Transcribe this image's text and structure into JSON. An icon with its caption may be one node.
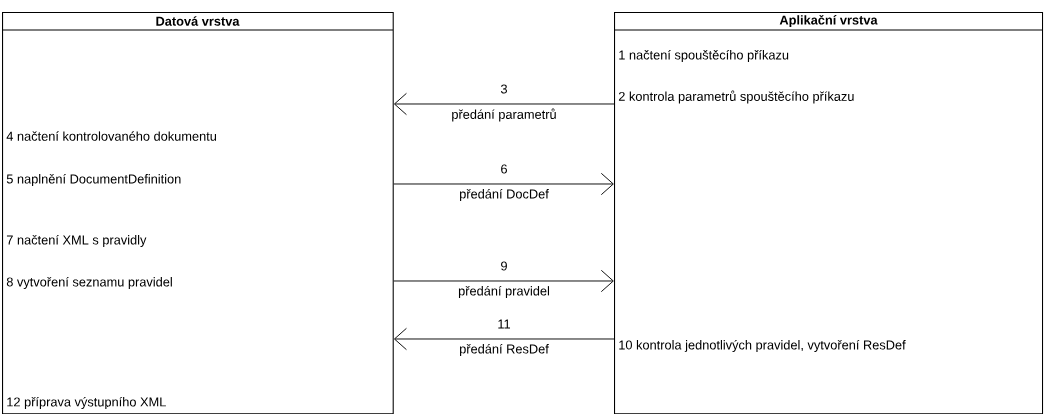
{
  "diagram": {
    "nodes": [
      {
        "text": [
          "Datová vrstva",
          "4 načtení kontrolovaného dokumentu",
          "5 naplnění DocumentDefinition",
          "7 načtení XML s pravidly",
          "8 vytvoření seznamu pravidel",
          "12 příprava výstupního XML"
        ]
      },
      {
        "text": [
          "Aplikační vrstva",
          "1 načtení spouštěcího příkazu",
          "2 kontrola parametrů spouštěcího příkazu",
          "10 kontrola jednotlivých pravidel, vytvoření ResDef"
        ]
      }
    ],
    "edges": [
      {
        "from": 1,
        "to": 0,
        "arrow": "to",
        "label": "předání parametrů"
      },
      {
        "from": 0,
        "to": 1,
        "arrow": "to",
        "label": "předání DocDef"
      },
      {
        "from": 0,
        "to": 1,
        "arrow": "to",
        "label": "předání pravidel"
      },
      {
        "from": 1,
        "to": 0,
        "arrow": "to",
        "label": "předání ResDef"
      }
    ],
    "labels": [
      "3",
      "6",
      "9",
      "11"
    ]
  }
}
